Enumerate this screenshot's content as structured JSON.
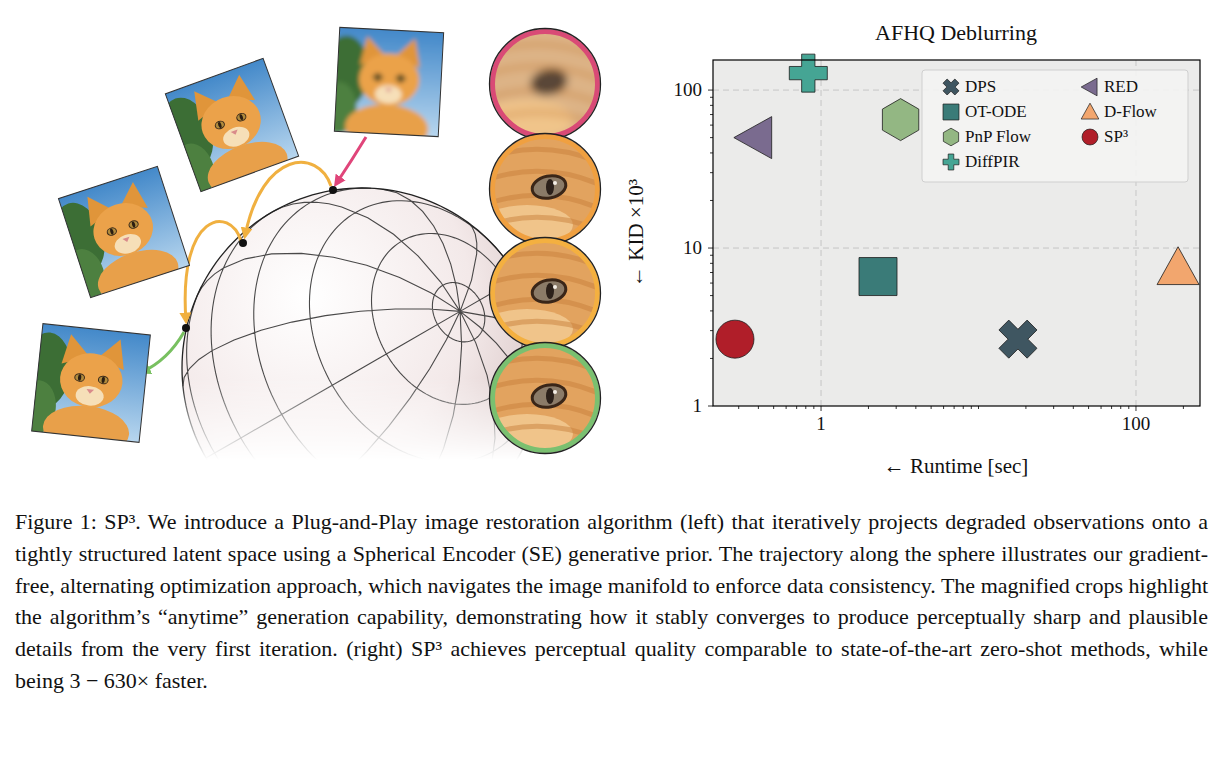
{
  "diagram": {
    "title": "AFHQ Deblurring",
    "caption": "Figure 1: SP³. We introduce a Plug-and-Play image restoration algorithm (left) that iteratively projects degraded observations onto a tightly structured latent space using a Spherical Encoder (SE) generative prior. The trajectory along the sphere illustrates our gradient-free, alternating optimization approach, which navigates the image manifold to enforce data consistency. The magnified crops highlight the algorithm’s “anytime” generation capability, demonstrating how it stably converges to produce perceptually sharp and plausible details from the very first iteration. (right) SP³ achieves perceptual quality comparable to state-of-the-art zero-shot methods, while being 3 − 630× faster.",
    "labels": [
      "100",
      "10",
      "1",
      "1",
      "100",
      "← Runtime [sec]",
      "← KID ×10³"
    ],
    "legend": [
      {
        "text": "DPS"
      },
      {
        "text": "OT-ODE"
      },
      {
        "text": "PnP Flow"
      },
      {
        "text": "DiffPIR"
      },
      {
        "text": "RED"
      },
      {
        "text": "D-Flow"
      },
      {
        "text": "SP³"
      }
    ]
  }
}
